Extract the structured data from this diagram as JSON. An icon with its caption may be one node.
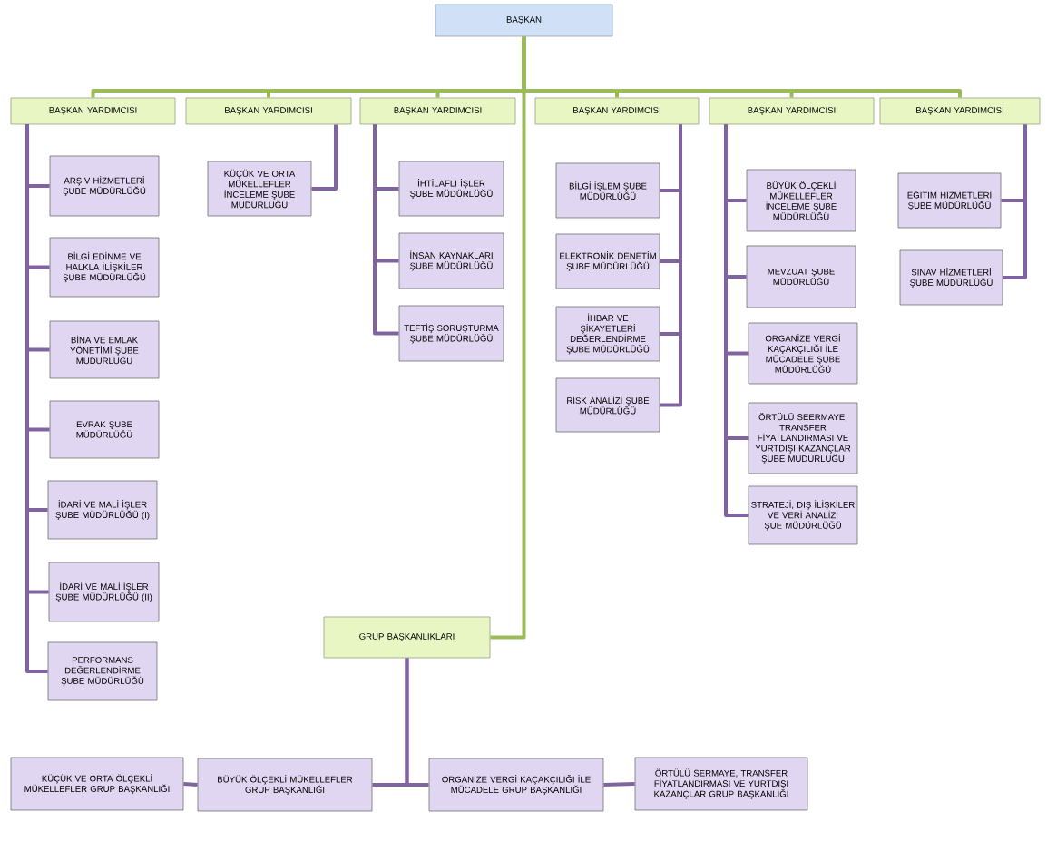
{
  "diagram": {
    "nodes": [
      {
        "text": [
          "BAŞKAN"
        ]
      },
      {
        "text": [
          "BAŞKAN YARDIMCISI"
        ]
      },
      {
        "text": [
          "BAŞKAN YARDIMCISI"
        ]
      },
      {
        "text": [
          "BAŞKAN YARDIMCISI"
        ]
      },
      {
        "text": [
          "BAŞKAN YARDIMCISI"
        ]
      },
      {
        "text": [
          "BAŞKAN YARDIMCISI"
        ]
      },
      {
        "text": [
          "BAŞKAN YARDIMCISI"
        ]
      },
      {
        "text": [
          "ARŞİV HİZMETLERİ ŞUBE MÜDÜRLÜĞÜ"
        ]
      },
      {
        "text": [
          "BİLGİ EDİNME VE HALKLA İLİŞKİLER ŞUBE MÜDÜRLÜĞÜ"
        ]
      },
      {
        "text": [
          "BİNA VE EMLAK YÖNETİMİ ŞUBE MÜDÜRLÜĞÜ"
        ]
      },
      {
        "text": [
          "EVRAK ŞUBE MÜDÜRLÜĞÜ"
        ]
      },
      {
        "text": [
          "İDARİ VE MALİ İŞLER ŞUBE MÜDÜRLÜĞÜ (I)"
        ]
      },
      {
        "text": [
          "İDARİ VE MALİ İŞLER ŞUBE MÜDÜRLÜĞÜ (II)"
        ]
      },
      {
        "text": [
          "PERFORMANS DEĞERLENDİRME ŞUBE MÜDÜRLÜĞÜ"
        ]
      },
      {
        "text": [
          "KÜÇÜK VE ORTA MÜKELLEFLER İNCELEME ŞUBE MÜDÜRLÜĞÜ"
        ]
      },
      {
        "text": [
          "İHTİLAFLI İŞLER ŞUBE MÜDÜRLÜĞÜ"
        ]
      },
      {
        "text": [
          "İNSAN KAYNAKLARI ŞUBE MÜDÜRLÜĞÜ"
        ]
      },
      {
        "text": [
          "TEFTİŞ SORUŞTURMA ŞUBE MÜDÜRLÜĞÜ"
        ]
      },
      {
        "text": [
          "BİLGİ İŞLEM ŞUBE MÜDÜRLÜĞÜ"
        ]
      },
      {
        "text": [
          "ELEKTRONİK DENETİM ŞUBE MÜDÜRLÜĞÜ"
        ]
      },
      {
        "text": [
          "İHBAR VE ŞİKAYETLERİ DEĞERLENDİRME ŞUBE MÜDÜRLÜĞÜ"
        ]
      },
      {
        "text": [
          "RİSK ANALİZİ ŞUBE MÜDÜRLÜĞÜ"
        ]
      },
      {
        "text": [
          "BÜYÜK ÖLÇEKLİ MÜKELLEFLER İNCELEME ŞUBE MÜDÜRLÜĞÜ"
        ]
      },
      {
        "text": [
          "MEVZUAT ŞUBE MÜDÜRLÜĞÜ"
        ]
      },
      {
        "text": [
          "ORGANİZE VERGİ KAÇAKÇILIĞI İLE MÜCADELE ŞUBE MÜDÜRLÜĞÜ"
        ]
      },
      {
        "text": [
          "ÖRTÜLÜ SEERMAYE, TRANSFER FİYATLANDIRMASI VE YURTDIŞI KAZANÇLAR ŞUBE MÜDÜRLÜĞÜ"
        ]
      },
      {
        "text": [
          "STRATEJİ, DIŞ İLİŞKİLER VE VERİ ANALİZİ ŞUE MÜDÜRLÜĞÜ"
        ]
      },
      {
        "text": [
          "EĞİTİM HİZMETLERİ ŞUBE MÜDÜRLÜĞÜ"
        ]
      },
      {
        "text": [
          "SINAV HİZMETLERİ ŞUBE MÜDÜRLÜĞÜ"
        ]
      },
      {
        "text": [
          "GRUP BAŞKANLIKLARI"
        ]
      },
      {
        "text": [
          "KÜÇÜK VE ORTA ÖLÇEKLİ MÜKELLEFLER GRUP BAŞKANLIĞI"
        ]
      },
      {
        "text": [
          "BÜYÜK ÖLÇEKLİ MÜKELLEFLER GRUP BAŞKANLIĞI"
        ]
      },
      {
        "text": [
          "ORGANİZE VERGİ KAÇAKÇILIĞI İLE MÜCADELE GRUP BAŞKANLIĞI"
        ]
      },
      {
        "text": [
          "ÖRTÜLÜ SERMAYE, TRANSFER FİYATLANDIRMASI VE YURTDIŞI KAZANÇLAR GRUP BAŞKANLIĞI"
        ]
      }
    ],
    "edges": [
      {
        "from": 0,
        "to": 1,
        "arrow": "none",
        "color": "#9bbb59"
      },
      {
        "from": 0,
        "to": 2,
        "arrow": "none",
        "color": "#9bbb59"
      },
      {
        "from": 0,
        "to": 3,
        "arrow": "none",
        "color": "#9bbb59"
      },
      {
        "from": 0,
        "to": 4,
        "arrow": "none",
        "color": "#9bbb59"
      },
      {
        "from": 0,
        "to": 5,
        "arrow": "none",
        "color": "#9bbb59"
      },
      {
        "from": 0,
        "to": 6,
        "arrow": "none",
        "color": "#9bbb59"
      },
      {
        "from": 0,
        "to": 29,
        "arrow": "none",
        "color": "#9bbb59"
      },
      {
        "from": 1,
        "to": 7,
        "arrow": "none"
      },
      {
        "from": 1,
        "to": 8,
        "arrow": "none"
      },
      {
        "from": 1,
        "to": 9,
        "arrow": "none"
      },
      {
        "from": 1,
        "to": 10,
        "arrow": "none"
      },
      {
        "from": 1,
        "to": 11,
        "arrow": "none"
      },
      {
        "from": 1,
        "to": 12,
        "arrow": "none"
      },
      {
        "from": 1,
        "to": 13,
        "arrow": "none"
      },
      {
        "from": 2,
        "to": 14,
        "arrow": "none"
      },
      {
        "from": 3,
        "to": 15,
        "arrow": "none"
      },
      {
        "from": 3,
        "to": 16,
        "arrow": "none"
      },
      {
        "from": 3,
        "to": 17,
        "arrow": "none"
      },
      {
        "from": 4,
        "to": 18,
        "arrow": "none"
      },
      {
        "from": 4,
        "to": 19,
        "arrow": "none"
      },
      {
        "from": 4,
        "to": 20,
        "arrow": "none"
      },
      {
        "from": 4,
        "to": 21,
        "arrow": "none"
      },
      {
        "from": 5,
        "to": 22,
        "arrow": "none"
      },
      {
        "from": 5,
        "to": 23,
        "arrow": "none"
      },
      {
        "from": 5,
        "to": 24,
        "arrow": "none"
      },
      {
        "from": 5,
        "to": 25,
        "arrow": "none"
      },
      {
        "from": 5,
        "to": 26,
        "arrow": "none"
      },
      {
        "from": 6,
        "to": 27,
        "arrow": "none"
      },
      {
        "from": 6,
        "to": 28,
        "arrow": "none"
      },
      {
        "from": 29,
        "to": 31,
        "arrow": "none"
      },
      {
        "from": 29,
        "to": 32,
        "arrow": "none"
      },
      {
        "from": 30,
        "to": 31,
        "arrow": "none"
      },
      {
        "from": 32,
        "to": 33,
        "arrow": "none"
      }
    ]
  }
}
